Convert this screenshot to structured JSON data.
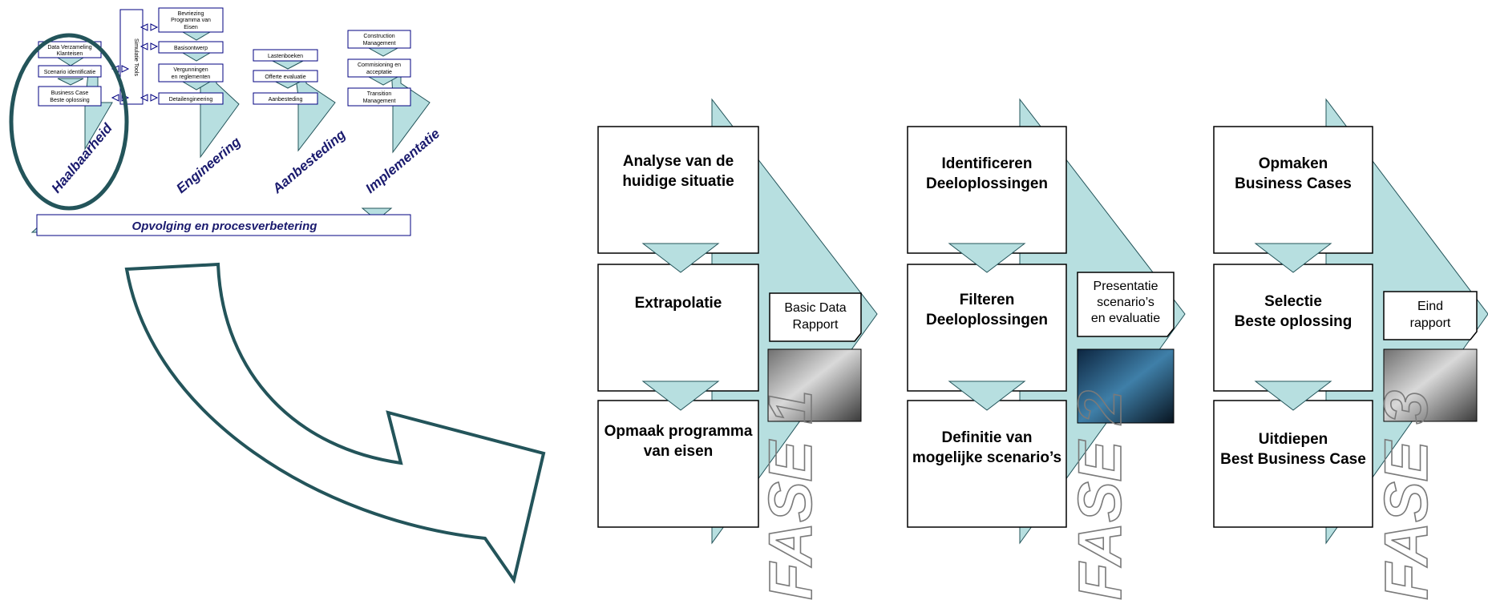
{
  "overview": {
    "small_boxes": {
      "data_verzameling": [
        "Data Verzameling",
        "Klanteisen"
      ],
      "scenario": [
        "Scenario identificatie"
      ],
      "business_case": [
        "Business Case",
        "Beste oplossing"
      ],
      "bevriezing": [
        "Bevriezing",
        "Programma van",
        "Eisen"
      ],
      "basisontwerp": [
        "Basisontwerp"
      ],
      "vergunningen": [
        "Vergunningen",
        "en reglementen"
      ],
      "detailengineering": [
        "Detailengineering"
      ],
      "lastenboeken": [
        "Lastenboeken"
      ],
      "offerte": [
        "Offerte evaluatie"
      ],
      "aanbesteding": [
        "Aanbesteding"
      ],
      "construction": [
        "Construction",
        "Management"
      ],
      "commisioning": [
        "Commisioning en",
        "acceptatie"
      ],
      "transition": [
        "Transition",
        "Management"
      ]
    },
    "simulatie_label": "Simulatie Tools",
    "phases": [
      "Haalbaarheid",
      "Engineering",
      "Aanbesteding",
      "Implementatie"
    ],
    "bottom_bar": "Opvolging en procesverbetering"
  },
  "fases": [
    {
      "label": "FASE 1",
      "steps": [
        [
          "Analyse van de",
          "huidige situatie"
        ],
        [
          "Extrapolatie"
        ],
        [
          "Opmaak programma",
          "van eisen"
        ]
      ],
      "deliverable": [
        "Basic Data",
        "Rapport"
      ],
      "photo": "handshake-document-photo"
    },
    {
      "label": "FASE 2",
      "steps": [
        [
          "Identificeren",
          "Deeloplossingen"
        ],
        [
          "Filteren",
          "Deeloplossingen"
        ],
        [
          "Definitie van",
          "mogelijke scenario’s"
        ]
      ],
      "deliverable": [
        "Presentatie",
        "scenario’s",
        "en evaluatie"
      ],
      "photo": "people-at-computer-photo"
    },
    {
      "label": "FASE 3",
      "steps": [
        [
          "Opmaken",
          "Business Cases"
        ],
        [
          "Selectie",
          "Beste oplossing"
        ],
        [
          "Uitdiepen",
          "Best Business Case"
        ]
      ],
      "deliverable": [
        "Eind",
        "rapport"
      ],
      "photo": "handshake-document-photo"
    }
  ],
  "colors": {
    "teal_fill": "#b7dfe0",
    "dark_outline": "#23545a",
    "navy_text": "#1a1a6e",
    "box_stroke": "#000080"
  }
}
